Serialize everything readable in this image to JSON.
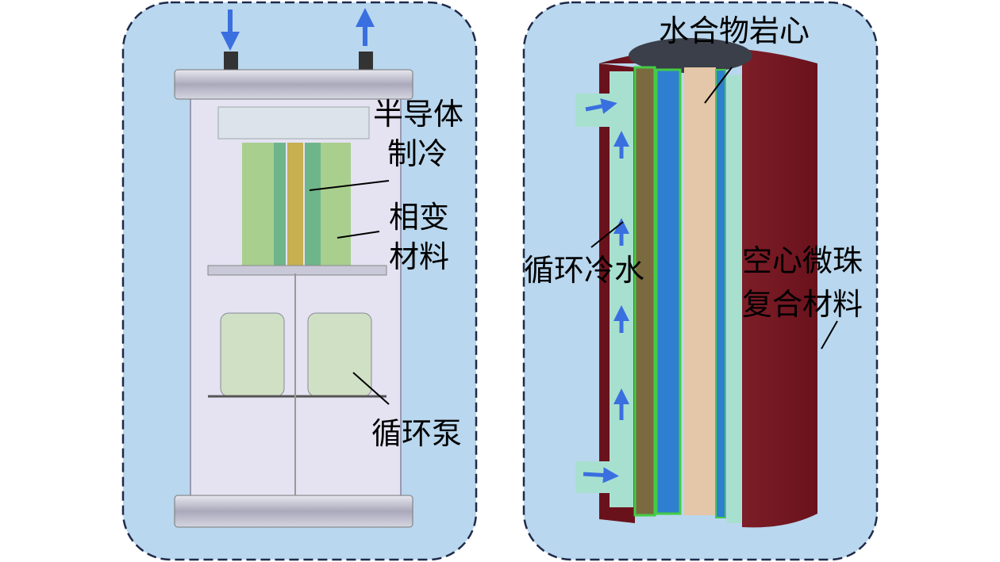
{
  "left_panel": {
    "labels": {
      "semiconductor_line1": "半导体",
      "semiconductor_line2": "制冷",
      "phase_change_line1": "相变",
      "phase_change_line2": "材料",
      "pump": "循环泵"
    }
  },
  "right_panel": {
    "labels": {
      "hydrate_core": "水合物岩心",
      "cooling_water": "循环冷水",
      "microsphere_line1": "空心微珠",
      "microsphere_line2": "复合材料"
    }
  },
  "colors": {
    "panel_fill": "#b9d7ee",
    "panel_border": "#1f2a4a",
    "arrow": "#3a6fe0",
    "outer_shell": "#7a1a24",
    "water_layer": "#a8e0d0",
    "blue_layer": "#2f7fd0",
    "core": "#e4c7a8"
  }
}
